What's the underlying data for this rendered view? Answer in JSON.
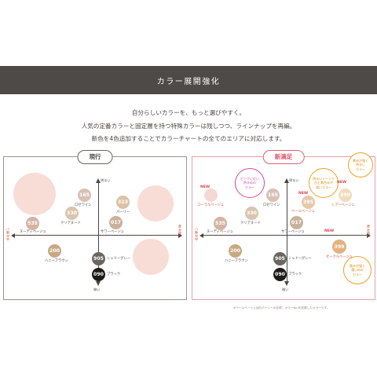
{
  "banner": {
    "title": "カラー展開強化"
  },
  "intro": {
    "line1": "自分らしいカラーを、もっと選びやすく。",
    "line2": "人気の定番カラーと固定層を持つ特殊カラーは残しつつ、ラインナップを再編。",
    "line3": "新色を4色追加することでカラーチャートの全てのエリアに対応します。"
  },
  "axis": {
    "top": "明るい",
    "bottom": "暗い",
    "left": "赤み強い",
    "right": "黄み強い"
  },
  "left_panel": {
    "tag": "現行",
    "colors": [
      {
        "code": "165",
        "name": "ロゼワイン",
        "color": "#d8c0b4"
      },
      {
        "code": "323",
        "name": "パーリー",
        "color": "#dcc2a4"
      },
      {
        "code": "330",
        "name": "クリアヌード",
        "color": "#dac4ae"
      },
      {
        "code": "017",
        "name": "サワーベージュ",
        "color": "#c9b29a"
      },
      {
        "code": "535",
        "name": "ヌーディベージュ",
        "color": "#d4b4a4"
      },
      {
        "code": "200",
        "name": "ハニーブラウン",
        "color": "#c8a882"
      },
      {
        "code": "905",
        "name": "シャドーグレー",
        "color": "#6c6660"
      },
      {
        "code": "090",
        "name": "ブラック",
        "color": "#1e1c1a"
      }
    ]
  },
  "right_panel": {
    "tag": "新満足",
    "colors": [
      {
        "code": "165",
        "name": "ロゼワイン",
        "color": "#d8c0b4"
      },
      {
        "code": "330",
        "name": "クリアヌード",
        "color": "#dac4ae"
      },
      {
        "code": "017",
        "name": "サワーベージュ",
        "color": "#c9b29a"
      },
      {
        "code": "535",
        "name": "ヌーディベージュ",
        "color": "#d4b4a4"
      },
      {
        "code": "200",
        "name": "ハニーブラウン",
        "color": "#c8a882"
      },
      {
        "code": "905",
        "name": "シャドーグレー",
        "color": "#6c6660"
      },
      {
        "code": "090",
        "name": "ブラック",
        "color": "#1e1c1a"
      }
    ],
    "new_colors": [
      {
        "code": "",
        "name": "コーラルベージュ",
        "color": "#f6d8d2"
      },
      {
        "code": "395",
        "name": "ベールベージュ",
        "color": "#e8c8a8"
      },
      {
        "code": "390",
        "name": "シアーベージュ",
        "color": "#f0dcbc"
      },
      {
        "code": "399",
        "name": "オークルベージュ",
        "color": "#e4b280"
      }
    ],
    "new_label": "NEW",
    "bubbles": {
      "pink": "ピンクに近い\n明るめの\nカラー",
      "orange1": "明るいトーンで\n白と黄色みが\n強いカラー",
      "orange2": "黄みが強く\n明るい\nカラー",
      "orange3": "黄みが強く\n濃いめの\nカラー"
    },
    "footnote": "※ベールベージュは旧パーリーの名称／カラーNo.を変更したカラーです。"
  },
  "colors": {
    "banner_bg": "#4e4a47",
    "accent_red": "#e04050",
    "accent_pink": "#d44a9a",
    "accent_orange": "#f0a020"
  }
}
